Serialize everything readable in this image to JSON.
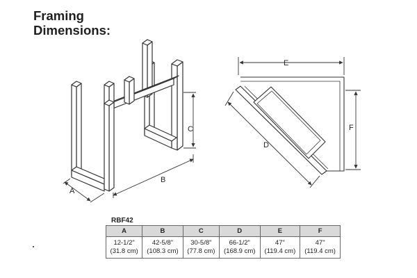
{
  "title": {
    "line1": "Framing",
    "line2": "Dimensions:"
  },
  "diagram_labels": {
    "a": "A",
    "b": "B",
    "c": "C",
    "d": "D",
    "e": "E",
    "f": "F"
  },
  "table": {
    "model": "RBF42",
    "headers": [
      "A",
      "B",
      "C",
      "D",
      "E",
      "F"
    ],
    "rows": [
      {
        "imperial": "12-1/2\"",
        "metric": "(31.8 cm)"
      },
      {
        "imperial": "42-5/8\"",
        "metric": "(108.3 cm)"
      },
      {
        "imperial": "30-5/8\"",
        "metric": "(77.8 cm)"
      },
      {
        "imperial": "66-1/2\"",
        "metric": "(168.9 cm)"
      },
      {
        "imperial": "47\"",
        "metric": "(119.4 cm)"
      },
      {
        "imperial": "47\"",
        "metric": "(119.4 cm)"
      }
    ]
  }
}
